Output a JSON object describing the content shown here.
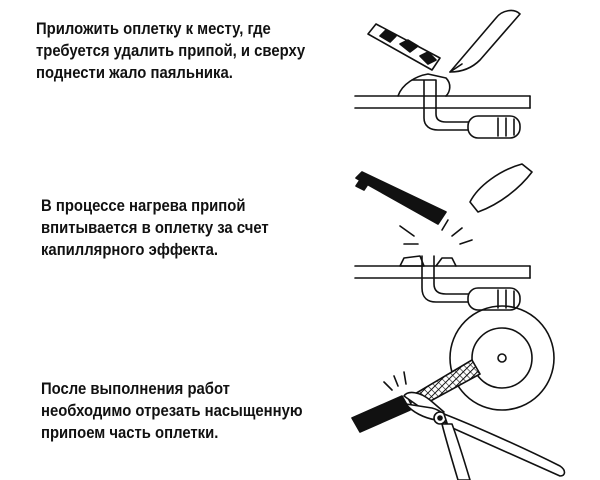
{
  "steps": [
    {
      "text": "Приложить оплетку к месту, где\nтребуется удалить припой, и сверху\nподнести жало паяльника.",
      "illustration": "braid-placed-iron-approaching"
    },
    {
      "text": "В процессе нагрева припой\nвпитывается в оплетку за счет\nкапиллярного эффекта.",
      "illustration": "solder-wicking-into-braid"
    },
    {
      "text": "После выполнения работ\nнеобходимо отрезать насыщенную\nприпоем часть оплетки.",
      "illustration": "cutting-braid-with-side-cutters"
    }
  ],
  "colors": {
    "ink": "#111111",
    "background": "#ffffff"
  }
}
